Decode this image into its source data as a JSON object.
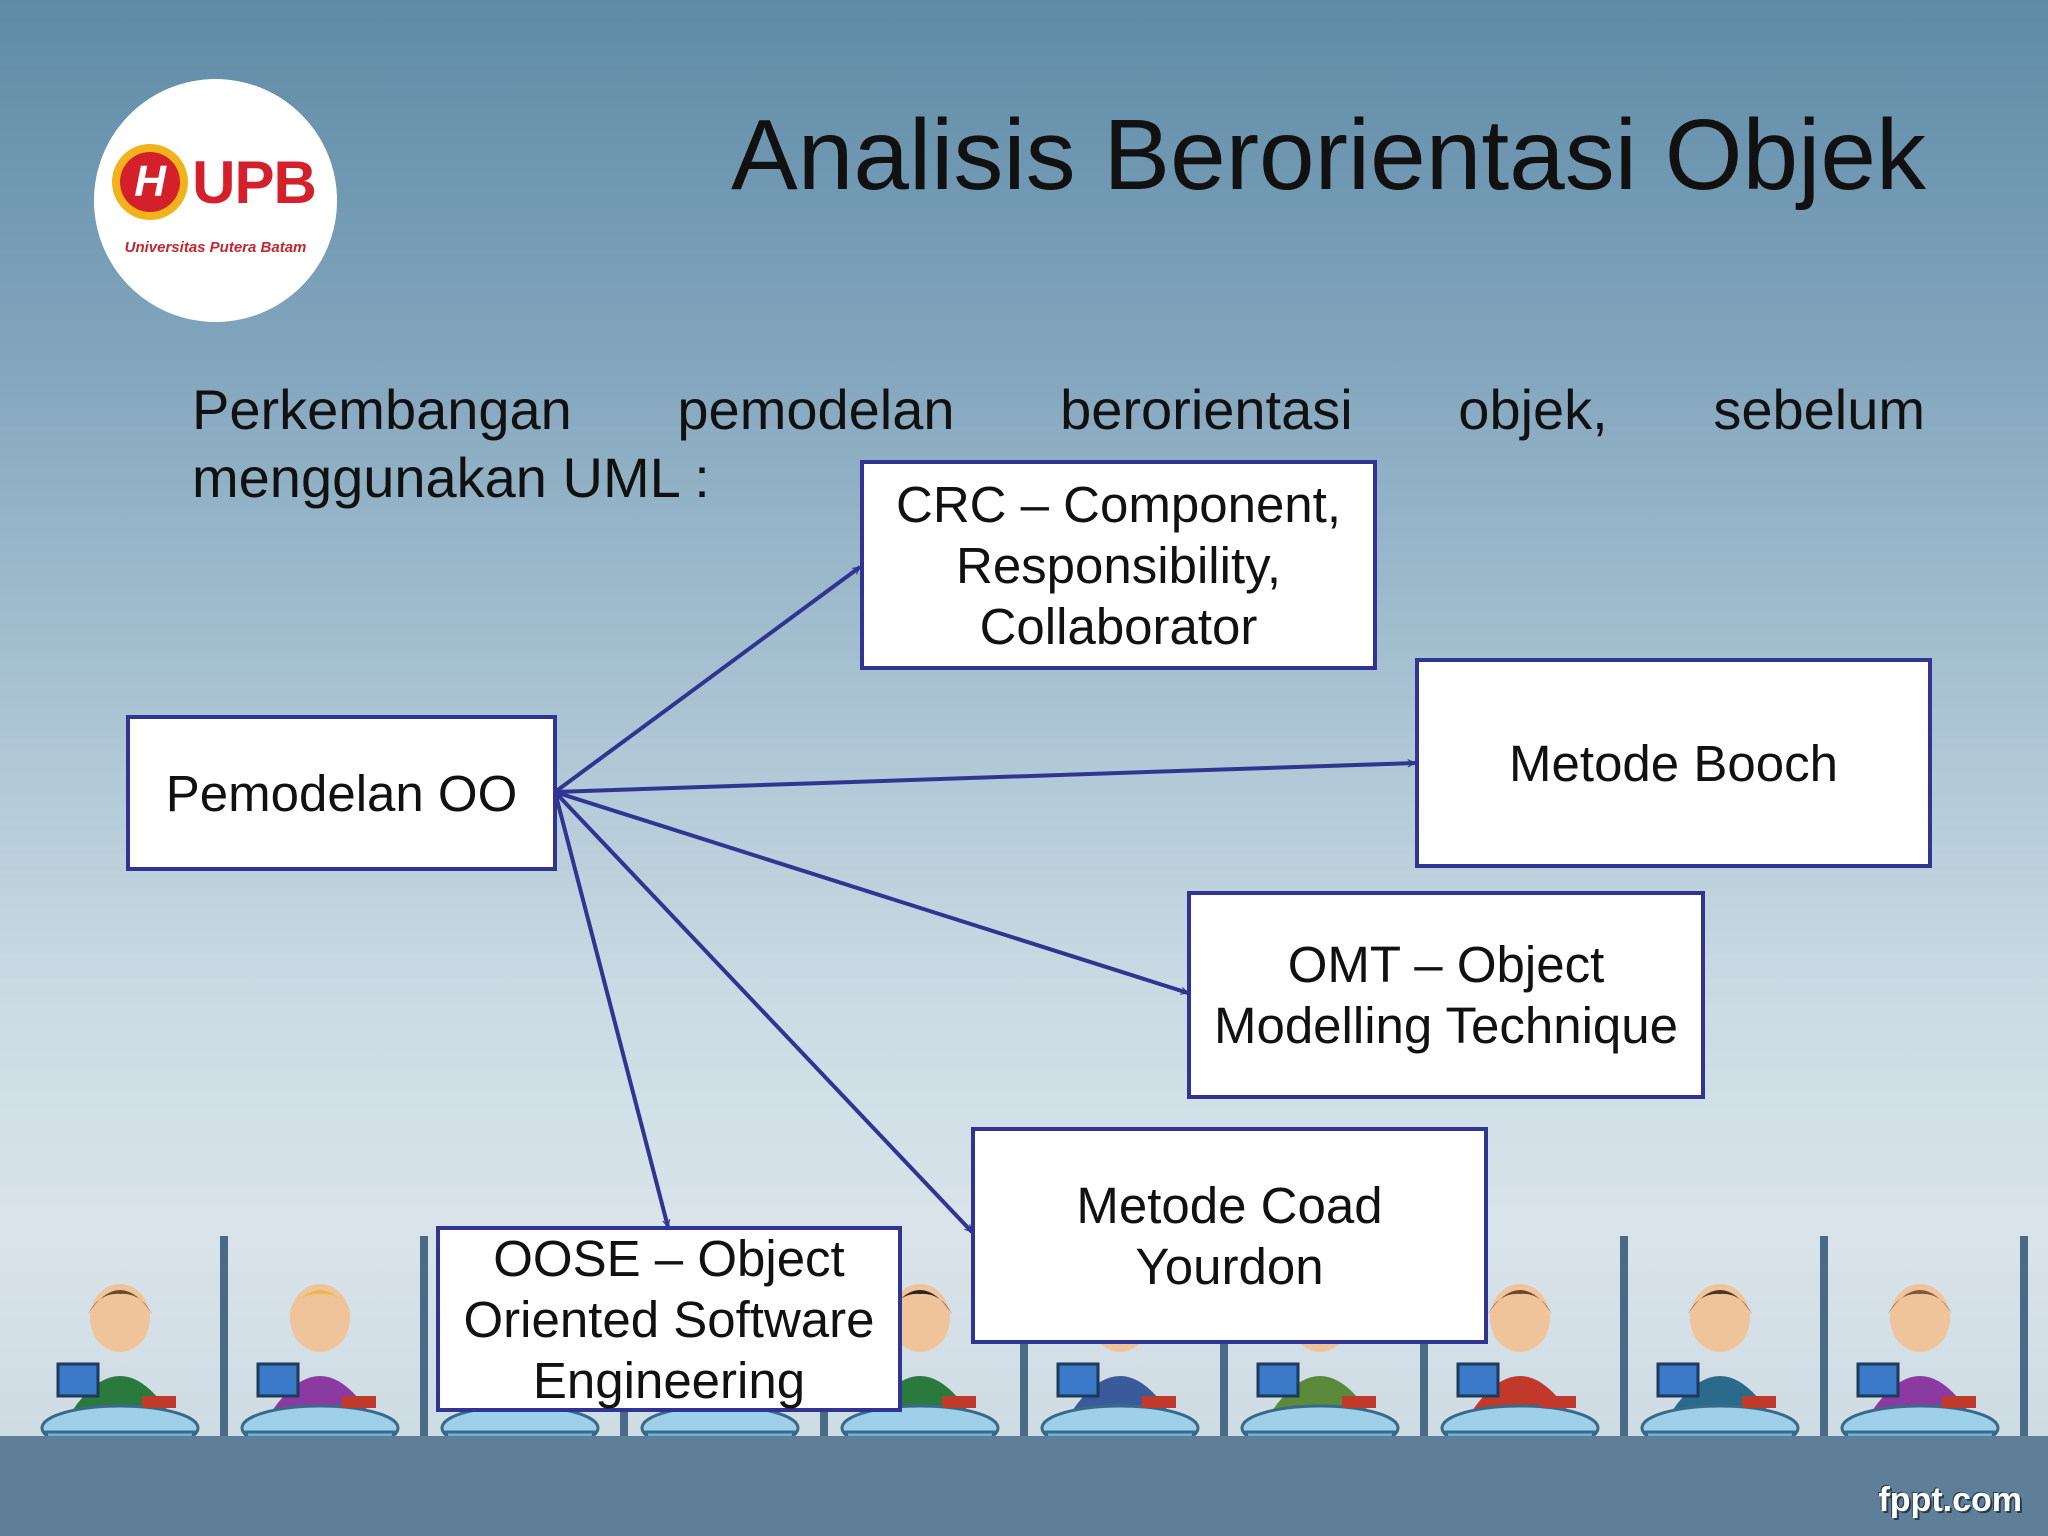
{
  "logo": {
    "letter": "H",
    "word": "UPB",
    "subtitle": "Universitas Putera Batam"
  },
  "title": "Analisis Berorientasi Objek",
  "intro": "Perkembangan pemodelan berorientasi objek, sebelum menggunakan UML :",
  "diagram": {
    "root": "Pemodelan OO",
    "nodes": [
      "CRC – Component,\nResponsibility,\nCollaborator",
      "Metode Booch",
      "OMT – Object\nModelling Technique",
      "Metode Coad\nYourdon",
      "OOSE – Object\nOriented Software\nEngineering"
    ]
  },
  "colors": {
    "box_border": "#2f3590",
    "arrow": "#2f3590",
    "background_top": "#5f8ba6",
    "background_bottom": "#d9e4ea"
  },
  "watermark": "fppt.com"
}
